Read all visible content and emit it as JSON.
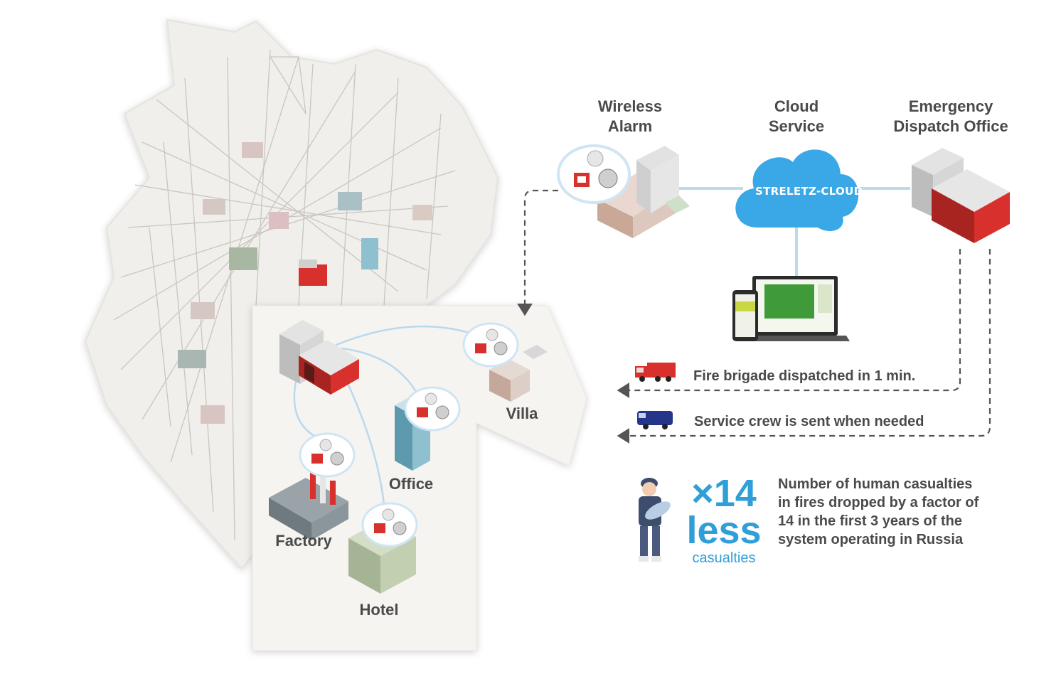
{
  "nodes": {
    "wireless_alarm": "Wireless\nAlarm",
    "cloud_service": "Cloud\nService",
    "dispatch_office": "Emergency\nDispatch Office",
    "cloud_logo": "STRELETZ-CLOUD"
  },
  "places": {
    "villa": "Villa",
    "office": "Office",
    "factory": "Factory",
    "hotel": "Hotel"
  },
  "messages": {
    "fire_brigade": "Fire brigade dispatched in 1 min.",
    "service_crew": "Service crew is sent when needed"
  },
  "stat": {
    "multiplier": "×14",
    "word": "less",
    "caption": "casualties",
    "description": "Number of human casualties in fires dropped by a factor of 14 in the first 3 years of the system operating in Russia"
  },
  "colors": {
    "accent": "#2f9fd8",
    "fire_red": "#d8302c",
    "cloud": "#3aa8e6",
    "text": "#4a4a4a",
    "van": "#25358a"
  }
}
